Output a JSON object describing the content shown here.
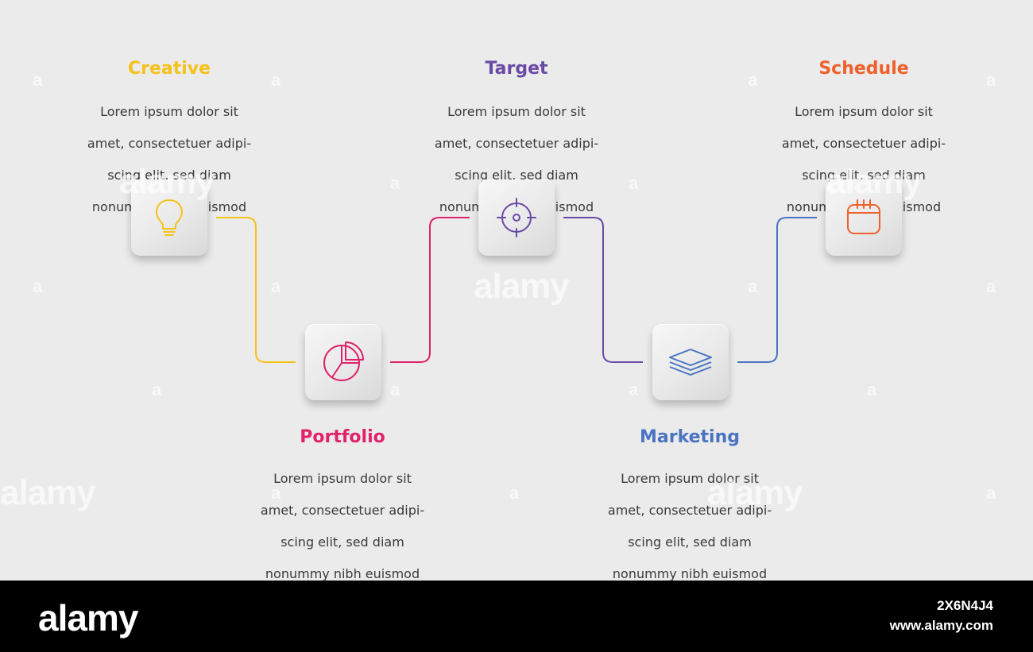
{
  "steps": [
    {
      "title": "Creative",
      "color": "#f5c21a",
      "icon": "lightbulb-icon",
      "lines": [
        "Lorem ipsum dolor sit",
        "amet, consectetuer adipi-",
        "scing elit, sed diam",
        "nonummy nibh euismod"
      ]
    },
    {
      "title": "Portfolio",
      "color": "#e0226a",
      "icon": "pie-chart-icon",
      "lines": [
        "Lorem ipsum dolor sit",
        "amet, consectetuer adipi-",
        "scing elit, sed diam",
        "nonummy nibh euismod"
      ]
    },
    {
      "title": "Target",
      "color": "#6a4aa4",
      "icon": "crosshair-target-icon",
      "lines": [
        "Lorem ipsum dolor sit",
        "amet, consectetuer adipi-",
        "scing elit, sed diam",
        "nonummy nibh euismod"
      ]
    },
    {
      "title": "Marketing",
      "color": "#4a74c2",
      "icon": "layers-icon",
      "lines": [
        "Lorem ipsum dolor sit",
        "amet, consectetuer adipi-",
        "scing elit, sed diam",
        "nonummy nibh euismod"
      ]
    },
    {
      "title": "Schedule",
      "color": "#f0602c",
      "icon": "calendar-icon",
      "lines": [
        "Lorem ipsum dolor sit",
        "amet, consectetuer adipi-",
        "scing elit, sed diam",
        "nonummy nibh euismod"
      ]
    }
  ],
  "footer": {
    "logo": "alamy",
    "image_id": "2X6N4J4",
    "url": "www.alamy.com"
  },
  "watermark": {
    "text": "alamy",
    "letter": "a"
  }
}
